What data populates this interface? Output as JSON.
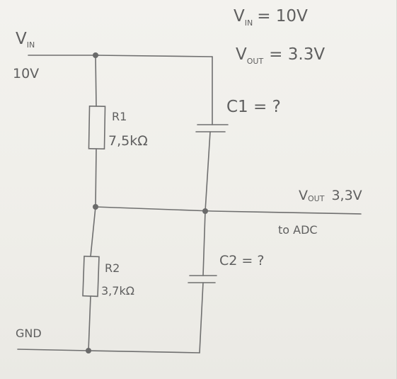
{
  "labels": {
    "vin_left": "VIN",
    "vin_left_main": "V",
    "vin_left_sub": "IN",
    "vin_value": "10V",
    "spec_vin_main": "V",
    "spec_vin_sub": "IN",
    "spec_vin_value": "= 10V",
    "spec_vout_main": "V",
    "spec_vout_sub": "OUT",
    "spec_vout_value": "= 3.3V",
    "c1_label": "C1 = ?",
    "r1_name": "R1",
    "r1_value": "7,5kΩ",
    "vout_right_main": "V",
    "vout_right_sub": "OUT",
    "vout_right_value": "3,3V",
    "to_adc": "to ADC",
    "r2_name": "R2",
    "r2_value": "3,7kΩ",
    "c2_label": "C2 = ?",
    "gnd": "GND"
  },
  "colors": {
    "paper": "#f1f0ec",
    "pencil": "#6f6f6f"
  }
}
